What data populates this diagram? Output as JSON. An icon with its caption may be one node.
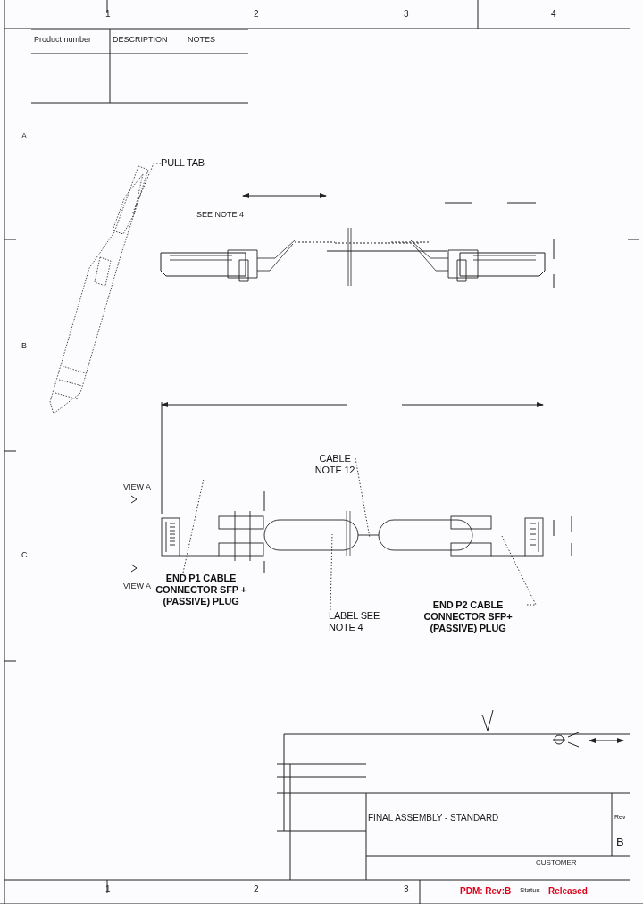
{
  "diagram": {
    "nodes": [
      {
        "text": [
          "PULL TAB"
        ]
      },
      {
        "text": [
          "CABLE NOTE 12"
        ]
      },
      {
        "text": [
          "END P1 CABLE CONNECTOR SFP + (PASSIVE) PLUG"
        ]
      },
      {
        "text": [
          "LABEL SEE NOTE 4"
        ]
      },
      {
        "text": [
          "END P2 CABLE CONNECTOR SFP+ (PASSIVE) PLUG"
        ]
      }
    ],
    "edges": [
      {
        "from": 0,
        "to": null,
        "arrow": "none",
        "style": "dashed"
      },
      {
        "from": 1,
        "to": null,
        "arrow": "none",
        "style": "dashed"
      },
      {
        "from": 2,
        "to": null,
        "arrow": "none",
        "style": "dashed"
      },
      {
        "from": 3,
        "to": null,
        "arrow": "none",
        "style": "dashed"
      },
      {
        "from": 4,
        "to": null,
        "arrow": "none",
        "style": "dashed"
      }
    ],
    "labels": [
      "1",
      "2",
      "3",
      "4",
      "Product number",
      "DESCRIPTION",
      "NOTES",
      "A",
      "B",
      "C",
      "SEE NOTE 4",
      "VIEW A",
      "VIEW A",
      "FINAL ASSEMBLY - STANDARD",
      "CUSTOMER",
      "Rev",
      "B",
      "1",
      "2",
      "3",
      "PDM: Rev:B",
      "Status",
      "Released"
    ]
  }
}
